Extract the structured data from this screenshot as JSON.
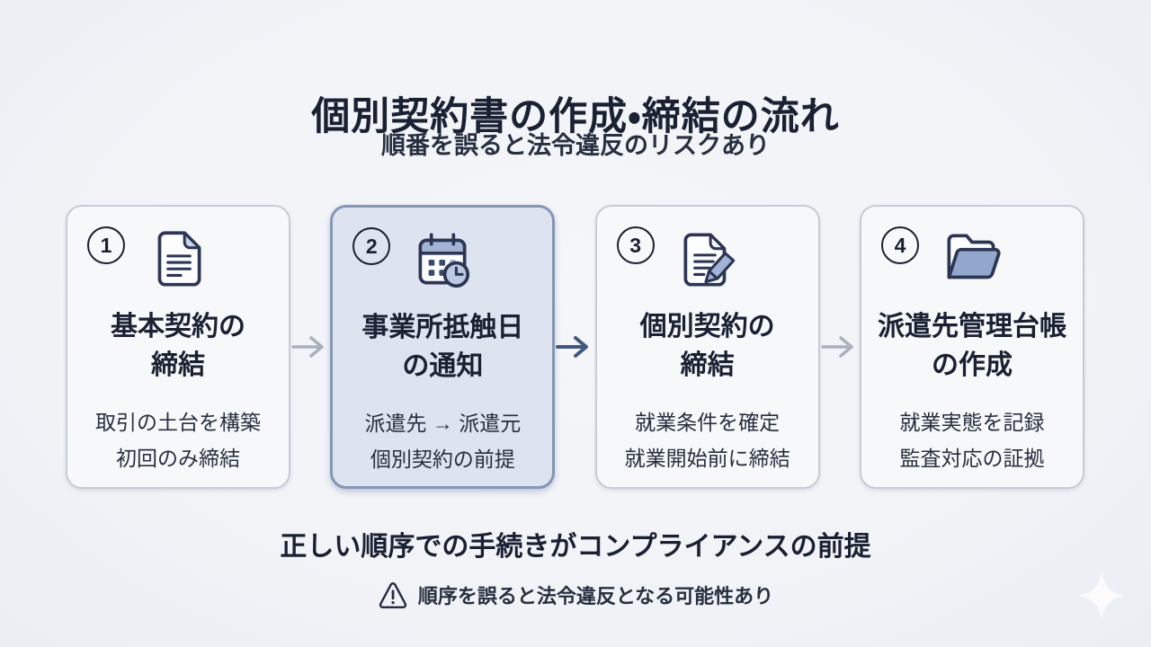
{
  "page": {
    "title": "個別契約書の作成・締結の流れ",
    "subtitle": "順番を誤ると法令違反のリスクあり",
    "footer_statement": "正しい順序での手続きがコンプライアンスの前提",
    "footer_warning": "順序を誤ると法令違反となる可能性あり"
  },
  "steps": [
    {
      "number": "1",
      "icon": "document",
      "title_line1": "基本契約の",
      "title_line2": "締結",
      "desc_line1": "取引の土台を構築",
      "desc_line2": "初回のみ締結",
      "highlighted": false
    },
    {
      "number": "2",
      "icon": "calendar-clock",
      "title_line1": "事業所抵触日",
      "title_line2": "の通知",
      "desc_line1": "派遣先 → 派遣元",
      "desc_line2": "個別契約の前提",
      "highlighted": true
    },
    {
      "number": "3",
      "icon": "document-edit",
      "title_line1": "個別契約の",
      "title_line2": "締結",
      "desc_line1": "就業条件を確定",
      "desc_line2": "就業開始前に締結",
      "highlighted": false
    },
    {
      "number": "4",
      "icon": "folder",
      "title_line1": "派遣先管理台帳",
      "title_line2": "の作成",
      "desc_line1": "就業実態を記録",
      "desc_line2": "監査対応の証拠",
      "highlighted": false
    }
  ],
  "arrows": [
    {
      "direction": "right",
      "style": "gray"
    },
    {
      "direction": "right",
      "style": "accent"
    },
    {
      "direction": "right",
      "style": "gray"
    }
  ],
  "colors": {
    "background": "#f2f4f7",
    "card-bg": "#f7f8fa",
    "card-border": "#c6ccd7",
    "highlight-card-bg": "#dde3ef",
    "highlight-card-border": "#8596b6",
    "arrow": "#a9b1bd",
    "arrow-accent": "#42597f",
    "text-dark": "#1a2133",
    "text-body": "#273040",
    "icon-stroke": "#2c3654",
    "icon-paper": "#fcfdff",
    "icon-fold": "#ccd6e8",
    "icon-accent": "#a3b3d6",
    "icon-deep": "#93a7cd",
    "icon-clock": "#bcc9e2",
    "icon-dot": "#3b4a6b",
    "sparkle": "#ffffff"
  }
}
